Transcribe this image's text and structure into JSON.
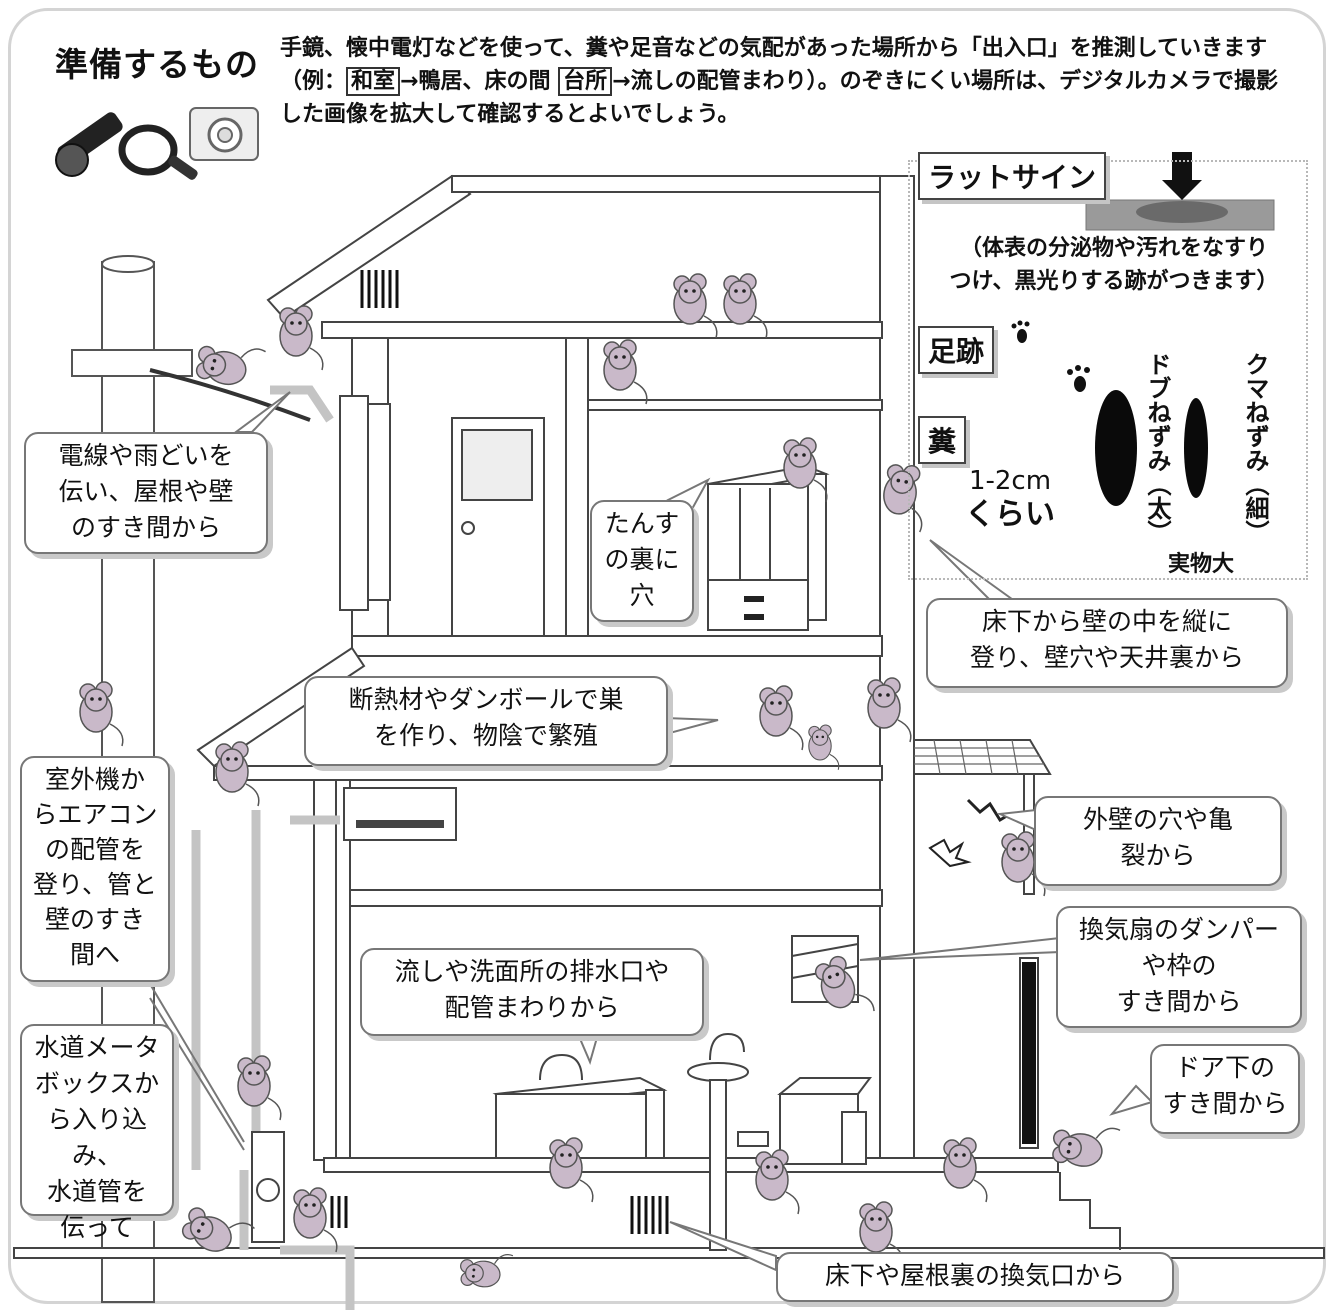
{
  "header": {
    "title": "準備するもの",
    "intro_a": "手鏡、懐中電灯などを使って、糞や足音などの気配があった場所から「出入口」を推測していきます（例：",
    "room_washitsu": "和室",
    "intro_b": "→鴨居、床の間 ",
    "room_daidokoro": "台所",
    "intro_c": "→流しの配管まわり）。のぞきにくい場所は、デジタルカメラで撮影した画像を拡大して確認するとよいでしょう。"
  },
  "tools_icons": [
    "flashlight-icon",
    "hand-mirror-icon",
    "camera-icon"
  ],
  "signs": {
    "rat_sign": {
      "label": "ラットサイン",
      "note_1": "（体表の分泌物や汚れをなすり",
      "note_2": "つけ、黒光りする跡がつきます）"
    },
    "footprints": {
      "label": "足跡"
    },
    "droppings": {
      "label": "糞",
      "size_line1": "1-2cm",
      "size_line2": "くらい",
      "brown_rat": "ドブねずみ（太）",
      "black_rat": "クマねずみ（細）",
      "actual_size": "実物大"
    }
  },
  "callouts": {
    "wires": [
      "電線や雨どいを",
      "伝い、屋根や壁",
      "のすき間から"
    ],
    "dresser": [
      "たんす",
      "の裏に",
      "穴"
    ],
    "wall_climb": [
      "床下から壁の中を縦に",
      "登り、壁穴や天井裏から"
    ],
    "nest": [
      "断熱材やダンボールで巣",
      "を作り、物陰で繁殖"
    ],
    "aircon": [
      "室外機か",
      "らエアコン",
      "の配管を",
      "登り、管と",
      "壁のすき",
      "間へ"
    ],
    "outer_wall": [
      "外壁の穴や亀",
      "裂から"
    ],
    "fan": [
      "換気扇のダンパー",
      "や枠の",
      "すき間から"
    ],
    "sink": [
      "流しや洗面所の排水口や",
      "配管まわりから"
    ],
    "water_meter": [
      "水道メータ",
      "ボックスか",
      "ら入り込み、",
      "水道管を",
      "伝って"
    ],
    "door": [
      "ドア下の",
      "すき間から"
    ],
    "vents": [
      "床下や屋根裏の換気口から"
    ]
  },
  "colors": {
    "rat_fill": "#c9b9c9",
    "pipe_gray": "#c4c4c4",
    "dropping_black": "#0a0a0a",
    "callout_border": "#777777"
  }
}
